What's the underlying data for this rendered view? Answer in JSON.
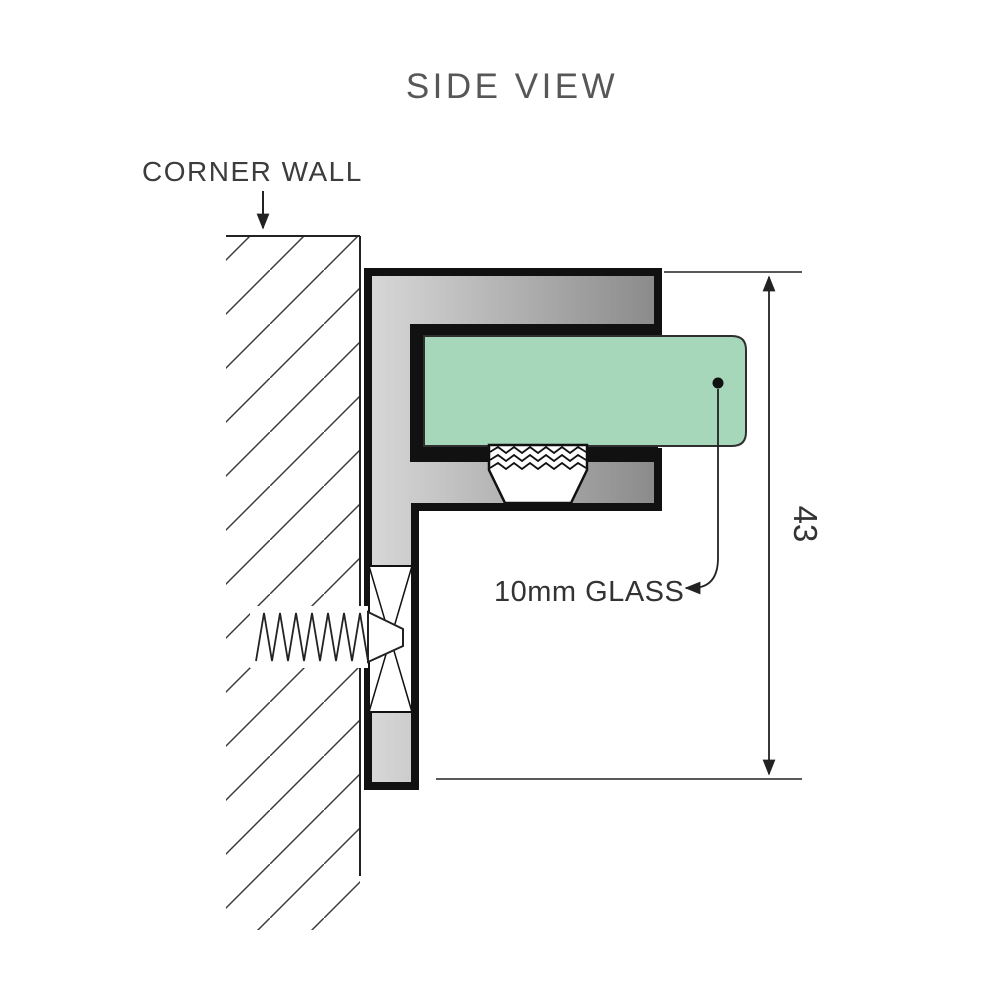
{
  "diagram": {
    "title": "SIDE VIEW",
    "wall_label": "CORNER WALL",
    "glass_label": "10mm GLASS",
    "dimension_value": "43",
    "colors": {
      "glass": "#a6d7bb",
      "glass_edge": "#2f2f2f",
      "metal_light": "#d8d8d8",
      "metal_dark": "#8a8a8a",
      "outline": "#111111",
      "line": "#222222",
      "title_text": "#575757",
      "label_text": "#333333"
    }
  }
}
